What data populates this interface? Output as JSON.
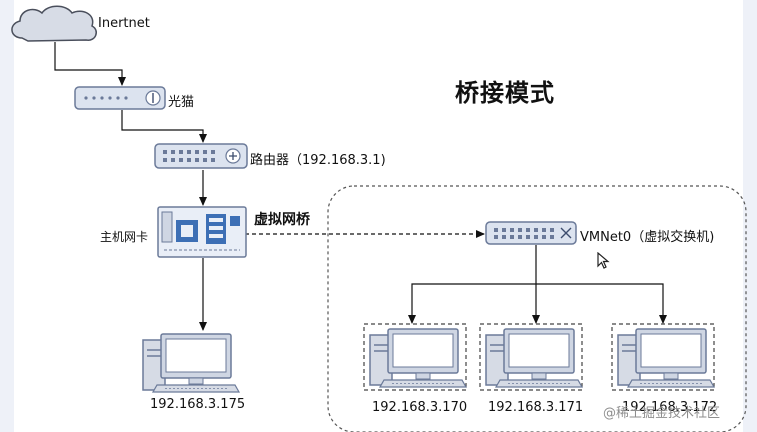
{
  "labels": {
    "internet": "Inertnet",
    "modem": "光猫",
    "router": "路由器（192.168.3.1)",
    "host_nic": "主机网卡",
    "virtual_bridge": "虚拟网桥",
    "vmnet0": "VMNet0（虚拟交换机)",
    "host_ip": "192.168.3.175",
    "vm1_ip": "192.168.3.170",
    "vm2_ip": "192.168.3.171",
    "vm3_ip": "192.168.3.172",
    "title": "桥接模式",
    "watermark": "@稀土掘金技术社区"
  },
  "icons": {
    "cloud": "cloud-icon",
    "modem": "modem-icon",
    "router": "router-icon",
    "nic": "network-card-icon",
    "switch": "switch-icon",
    "computer": "computer-icon",
    "cursor": "mouse-cursor-icon"
  },
  "colors": {
    "device_fill": "#dce3ef",
    "device_stroke": "#6b7a99",
    "chip_blue": "#3d6fb5",
    "nic_board": "#e9eef7",
    "line": "#111111",
    "dashed_box": "#555555",
    "screen": "#ffffff"
  }
}
